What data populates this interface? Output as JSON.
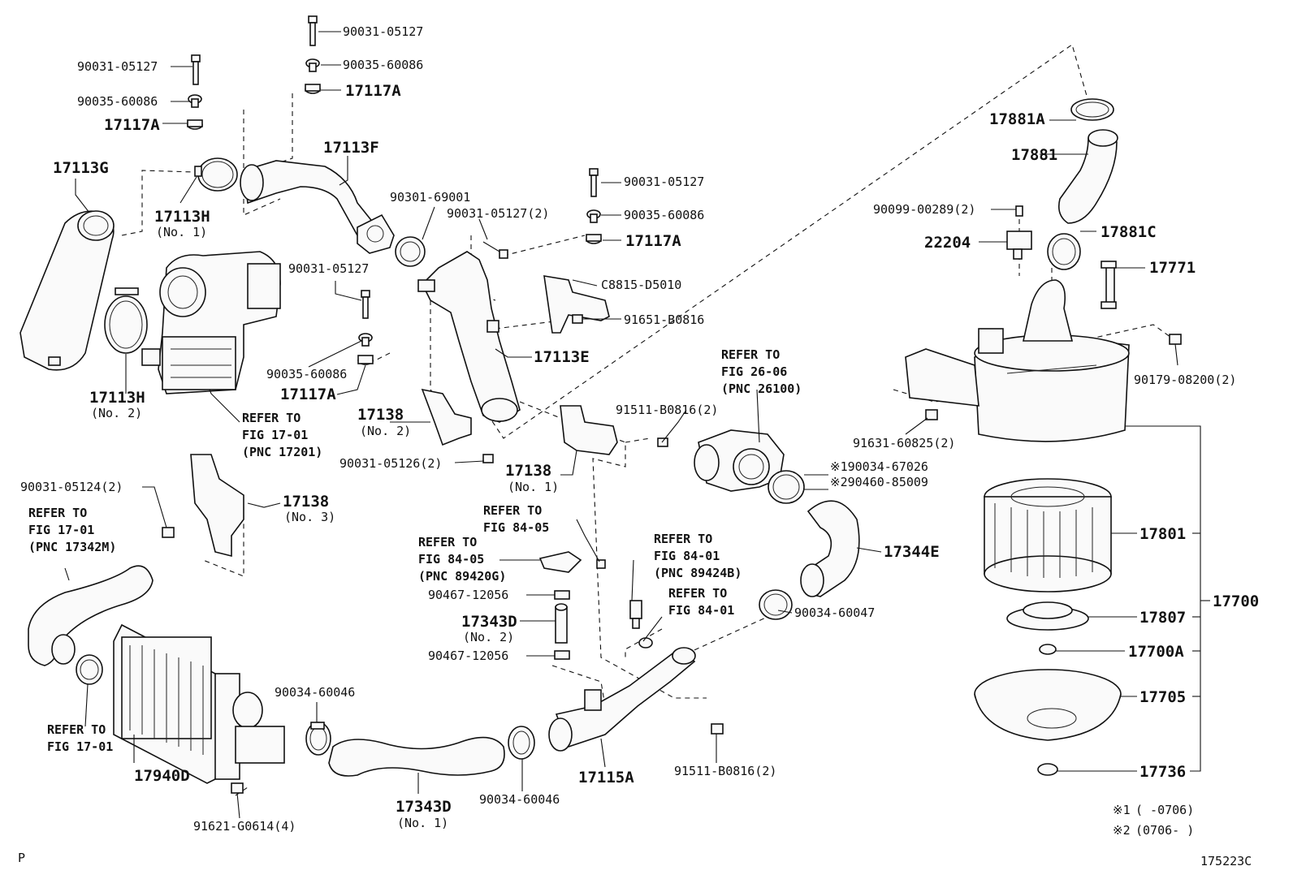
{
  "diagram": {
    "figure_code": "175223C",
    "corner_mark": "P",
    "notes": [
      {
        "mark": "※1",
        "text": "(      -0706)"
      },
      {
        "mark": "※2",
        "text": "(0706-      )"
      }
    ]
  },
  "labels": {
    "p90031_05127_a": "90031-05127",
    "p90035_60086_a": "90035-60086",
    "p17117a_a": "17117A",
    "p90031_05127_b": "90031-05127",
    "p90035_60086_b": "90035-60086",
    "p17117a_b": "17117A",
    "p17113g": "17113G",
    "p17113h_1": "17113H",
    "p17113h_1_sub": "(No. 1)",
    "p17113f": "17113F",
    "p90301_69001": "90301-69001",
    "p90031_05127_2": "90031-05127(2)",
    "p90031_05127_c": "90031-05127",
    "p90035_60086_c": "90035-60086",
    "p17117a_c": "17117A",
    "pc8815_d5010": "C8815-D5010",
    "p91651_b0816": "91651-B0816",
    "p90031_05127_d": "90031-05127",
    "p90035_60086_d": "90035-60086",
    "p17117a_d": "17117A",
    "p17113e": "17113E",
    "p17113h_2": "17113H",
    "p17113h_2_sub": "(No. 2)",
    "p17138_2": "17138",
    "p17138_2_sub": "(No. 2)",
    "p90031_05126_2": "90031-05126(2)",
    "p17138_1": "17138",
    "p17138_1_sub": "(No. 1)",
    "p91511_b0816_2a": "91511-B0816(2)",
    "p90031_05124_2": "90031-05124(2)",
    "p17138_3": "17138",
    "p17138_3_sub": "(No. 3)",
    "p90467_12056_a": "90467-12056",
    "p17343d_2": "17343D",
    "p17343d_2_sub": "(No. 2)",
    "p90467_12056_b": "90467-12056",
    "p90034_60046_a": "90034-60046",
    "p17940d": "17940D",
    "p91621_g0614_4": "91621-G0614(4)",
    "p17343d_1": "17343D",
    "p17343d_1_sub": "(No. 1)",
    "p90034_60046_b": "90034-60046",
    "p17115a": "17115A",
    "p91511_b0816_2b": "91511-B0816(2)",
    "p90034_60047": "90034-60047",
    "p90034_67026": "※190034-67026",
    "p90460_85009": "※290460-85009",
    "p17344e": "17344E",
    "p17881a": "17881A",
    "p17881": "17881",
    "p90099_00289_2": "90099-00289(2)",
    "p22204": "22204",
    "p17881c": "17881C",
    "p17771": "17771",
    "p90179_08200_2": "90179-08200(2)",
    "p91631_60825_2": "91631-60825(2)",
    "p17801": "17801",
    "p17700": "17700",
    "p17807": "17807",
    "p17700a": "17700A",
    "p17705": "17705",
    "p17736": "17736"
  },
  "refs": {
    "r17201": [
      "REFER TO",
      "FIG 17-01",
      "(PNC 17201)"
    ],
    "r17342m": [
      "REFER TO",
      "FIG 17-01",
      "(PNC 17342M)"
    ],
    "r1701": [
      "REFER TO",
      "FIG 17-01"
    ],
    "r26100": [
      "REFER TO",
      "FIG 26-06",
      "(PNC 26100)"
    ],
    "r8405a": [
      "REFER TO",
      "FIG 84-05"
    ],
    "r89420g": [
      "REFER TO",
      "FIG 84-05",
      "(PNC 89420G)"
    ],
    "r89424b": [
      "REFER TO",
      "FIG 84-01",
      "(PNC 89424B)"
    ],
    "r8401": [
      "REFER TO",
      "FIG 84-01"
    ]
  }
}
